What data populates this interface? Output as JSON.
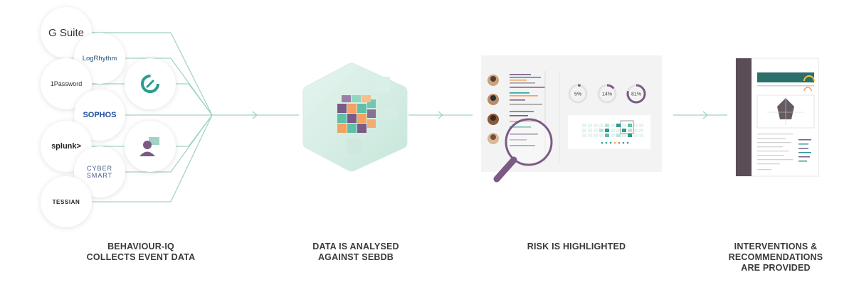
{
  "logos": {
    "gsuite": "G Suite",
    "logrhythm": "LogRhythm",
    "onepassword": "1Password",
    "sophos": "SOPHOS",
    "splunk": "splunk>",
    "cybersmart_1": "CYBER",
    "cybersmart_2": "SMART",
    "tessian": "TESSIAN"
  },
  "risk_panel": {
    "pct_1": "5%",
    "pct_2": "14%",
    "pct_3": "81%"
  },
  "captions": {
    "step1": "BEHAVIOUR-IQ\nCOLLECTS EVENT DATA",
    "step2": "DATA IS ANALYSED\nAGAINST SEBDB",
    "step3": "RISK IS HIGHLIGHTED",
    "step4": "INTERVENTIONS &\nRECOMMENDATIONS\nARE PROVIDED"
  },
  "colors": {
    "line": "#9fd3c3",
    "accent_purple": "#7b5a86",
    "accent_teal": "#2a9d8f",
    "accent_orange": "#f4a261"
  }
}
